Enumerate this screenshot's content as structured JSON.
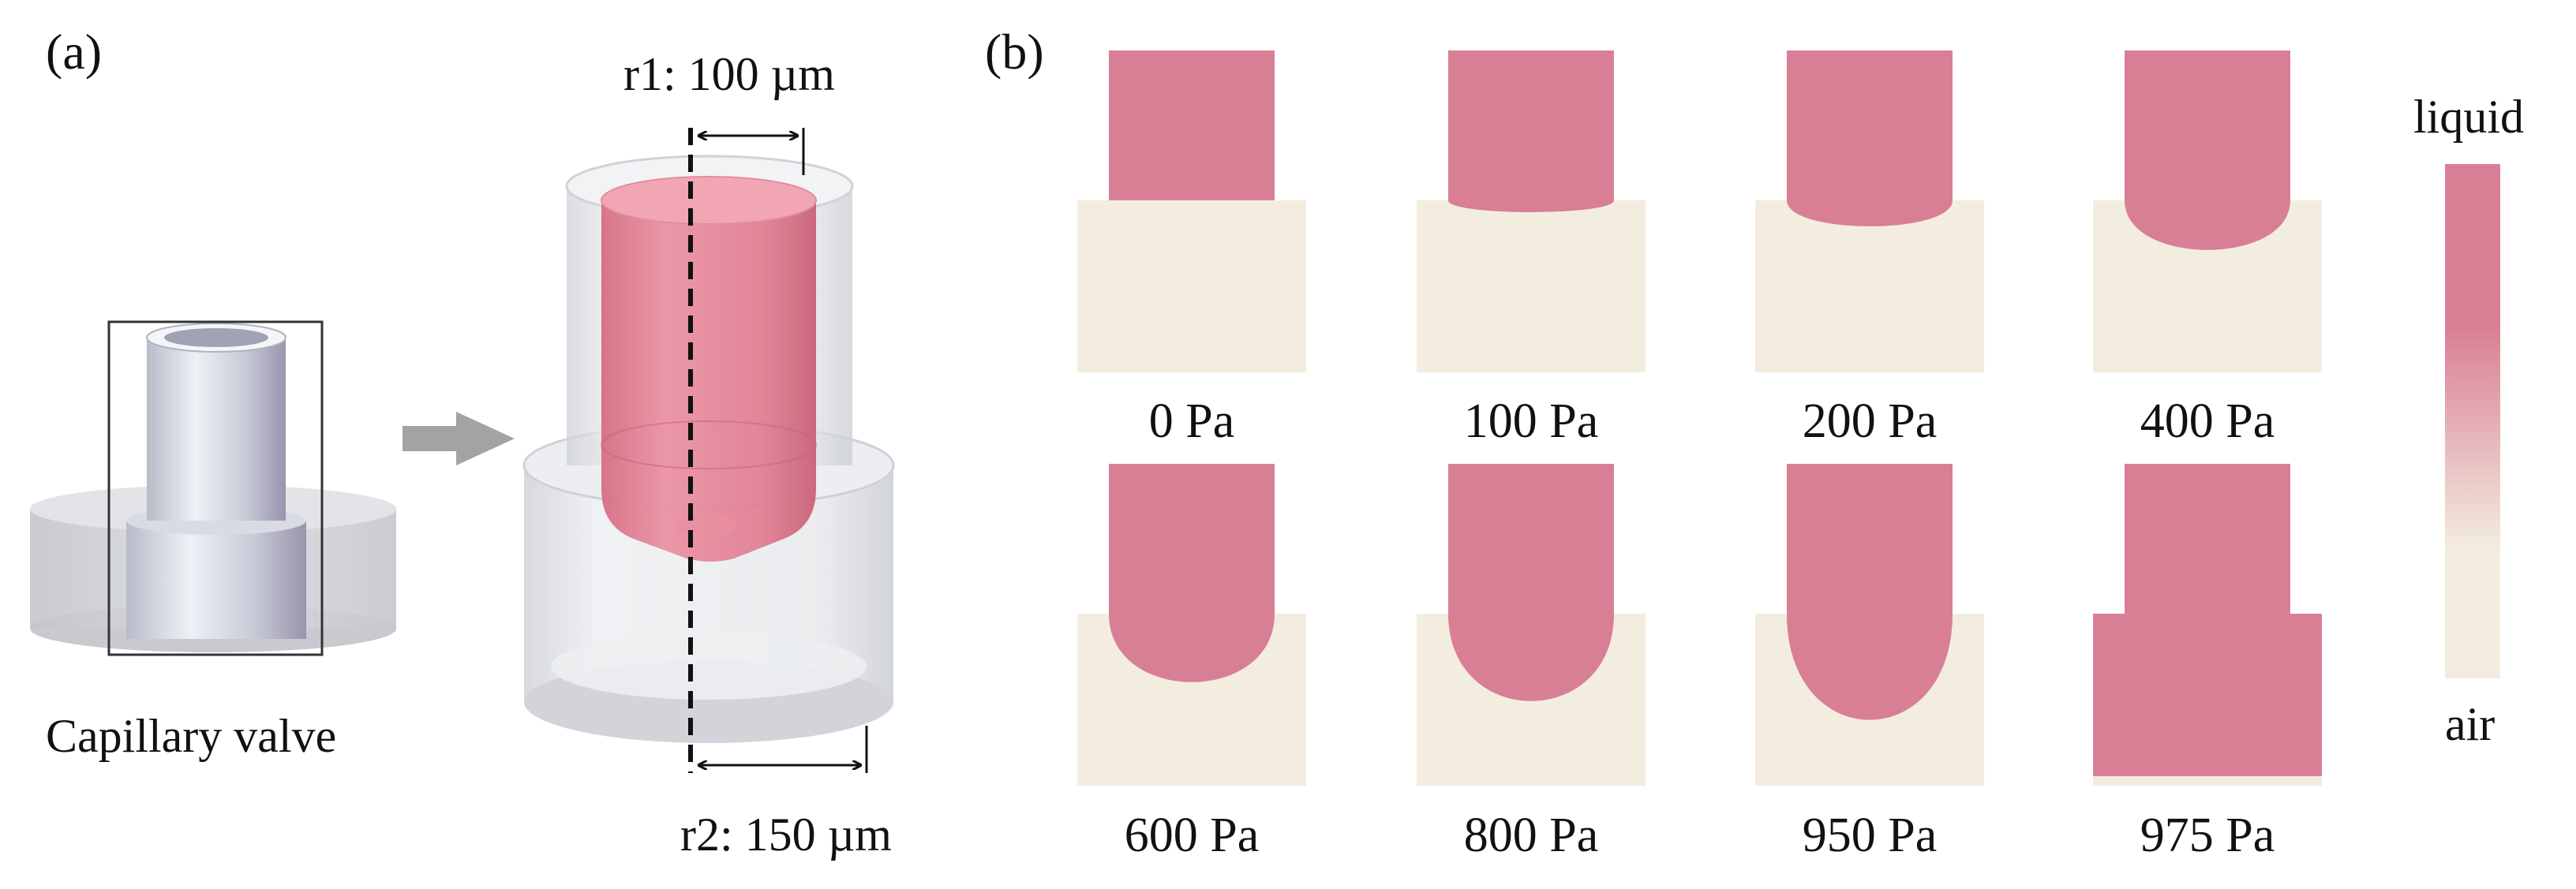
{
  "panel_a": {
    "label": "(a)",
    "caption": "Capillary valve",
    "r1_label": "r1: 100 µm",
    "r2_label": "r2: 150 µm"
  },
  "panel_b": {
    "label": "(b)",
    "pressures": [
      {
        "label": "0 Pa",
        "bulge": 0.0,
        "filled": false
      },
      {
        "label": "100 Pa",
        "bulge": 0.1,
        "filled": false
      },
      {
        "label": "200 Pa",
        "bulge": 0.22,
        "filled": false
      },
      {
        "label": "400 Pa",
        "bulge": 0.42,
        "filled": false
      },
      {
        "label": "600 Pa",
        "bulge": 0.58,
        "filled": false
      },
      {
        "label": "800 Pa",
        "bulge": 0.74,
        "filled": false
      },
      {
        "label": "950 Pa",
        "bulge": 0.9,
        "filled": false
      },
      {
        "label": "975 Pa",
        "bulge": 1.0,
        "filled": true
      }
    ]
  },
  "colorbar": {
    "top_label": "liquid",
    "bottom_label": "air",
    "liquid_color": "#d97f95",
    "air_color": "#f3ede0"
  }
}
